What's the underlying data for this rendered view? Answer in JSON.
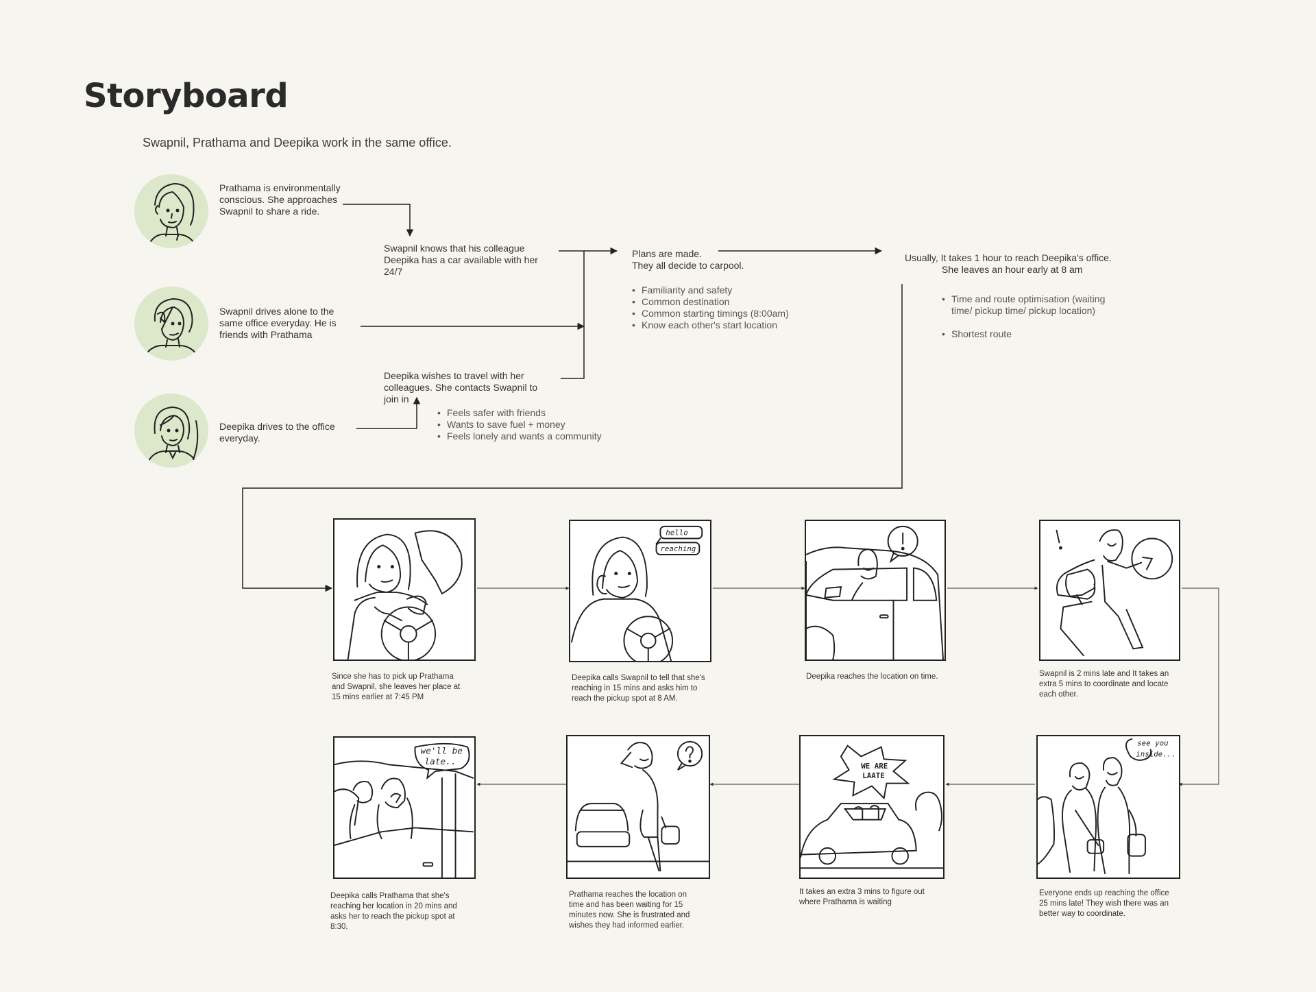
{
  "title": "Storyboard",
  "intro": "Swapnil, Prathama and Deepika work in the same office.",
  "personas": [
    {
      "name": "Prathama",
      "icon": "prathama-avatar-icon",
      "text": "Prathama is environmentally\nconscious. She approaches\nSwapnil to share a ride."
    },
    {
      "name": "Swapnil",
      "icon": "swapnil-avatar-icon",
      "text": "Swapnil drives alone to the\nsame office everyday. He is\nfriends with Prathama"
    },
    {
      "name": "Deepika",
      "icon": "deepika-avatar-icon",
      "text": "Deepika drives to the office\neveryday."
    }
  ],
  "middle": {
    "swapnil_knows": "Swapnil knows that his colleague\nDeepika has a car available with her\n24/7",
    "deepika_wishes": "Deepika wishes to travel with her\ncolleagues. She contacts Swapnil to\njoin in",
    "deepika_reasons": [
      "Feels safer with friends",
      "Wants to save fuel + money",
      "Feels lonely and wants a community"
    ]
  },
  "plans": {
    "text": "Plans are made.\nThey all decide to carpool.",
    "bullets": [
      "Familiarity and safety",
      "Common destination",
      "Common starting timings (8:00am)",
      "Know each other's start location"
    ]
  },
  "usually": {
    "line1": "Usually, It takes 1 hour to reach Deepika's office.",
    "line2": "She leaves an hour early at 8 am",
    "bullets": [
      "Time and route optimisation (waiting\ntime/ pickup time/ pickup location)",
      "Shortest route"
    ]
  },
  "panels": [
    {
      "id": "p1",
      "caption": "Since she has to pick up Prathama\nand Swapnil, she leaves her place at\n15 mins earlier at 7:45 PM"
    },
    {
      "id": "p2",
      "caption": "Deepika calls Swapnil to tell that she's\nreaching in 15 mins and asks him to\nreach the pickup spot at 8 AM.",
      "bubbles": [
        "hello",
        "reaching"
      ]
    },
    {
      "id": "p3",
      "caption": "Deepika reaches the location on time.",
      "bubbles": [
        "!"
      ]
    },
    {
      "id": "p4",
      "caption": "Swapnil is 2 mins late and It takes an\nextra 5 mins to coordinate and locate\neach other.",
      "bubbles": [
        "!"
      ]
    },
    {
      "id": "p5",
      "caption": "Everyone ends up reaching the office\n25 mins late! They wish there was an\nbetter way to coordinate.",
      "bubbles": [
        "see you",
        "inside..."
      ]
    },
    {
      "id": "p6",
      "caption": "It takes an extra 3 mins to figure out\nwhere Prathama is waiting",
      "bubbles": [
        "WE ARE",
        "LAATE"
      ]
    },
    {
      "id": "p7",
      "caption": "Prathama reaches the location on\ntime and has been waiting for 15\nminutes now. She is frustrated and\nwishes they had informed earlier.",
      "bubbles": [
        "?"
      ]
    },
    {
      "id": "p8",
      "caption": "Deepika calls Prathama that she's\nreaching her location in 20 mins and\nasks her to reach the pickup spot at\n8:30.",
      "bubbles": [
        "we'll be",
        "late.."
      ]
    }
  ],
  "colors": {
    "background": "#f7f5ef",
    "avatar_bg": "#dde7c9",
    "ink": "#222222"
  }
}
